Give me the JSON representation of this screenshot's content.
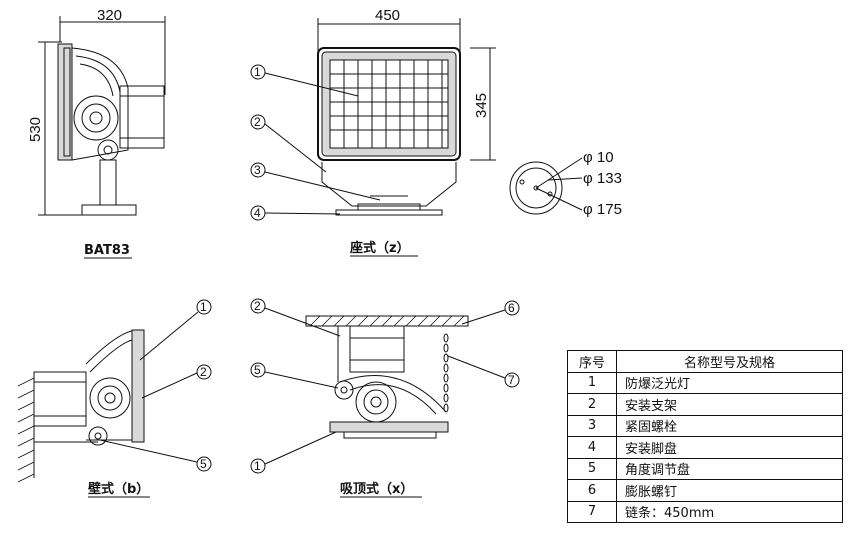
{
  "views": {
    "side": {
      "width_dim": "320",
      "height_dim": "530",
      "caption": "BAT83"
    },
    "front": {
      "width_dim": "450",
      "height_dim": "345",
      "caption": "座式（z）"
    },
    "base_detail": {
      "hole_dim": "φ 10",
      "bolt_circle_dim": "φ 133",
      "outer_dim": "φ 175"
    },
    "wall": {
      "caption": "壁式（b）"
    },
    "ceiling": {
      "caption": "吸顶式（x）"
    }
  },
  "callouts": {
    "front": [
      "1",
      "2",
      "3",
      "4"
    ],
    "wall": [
      "1",
      "2",
      "5"
    ],
    "ceiling": [
      "2",
      "5",
      "1",
      "6",
      "7"
    ]
  },
  "parts_table": {
    "header": {
      "no": "序号",
      "name": "名称型号及规格"
    },
    "rows": [
      {
        "no": "1",
        "name": "防爆泛光灯"
      },
      {
        "no": "2",
        "name": "安装支架"
      },
      {
        "no": "3",
        "name": "紧固螺栓"
      },
      {
        "no": "4",
        "name": "安装脚盘"
      },
      {
        "no": "5",
        "name": "角度调节盘"
      },
      {
        "no": "6",
        "name": "膨胀螺钉"
      },
      {
        "no": "7",
        "name": "链条：450mm"
      }
    ]
  }
}
